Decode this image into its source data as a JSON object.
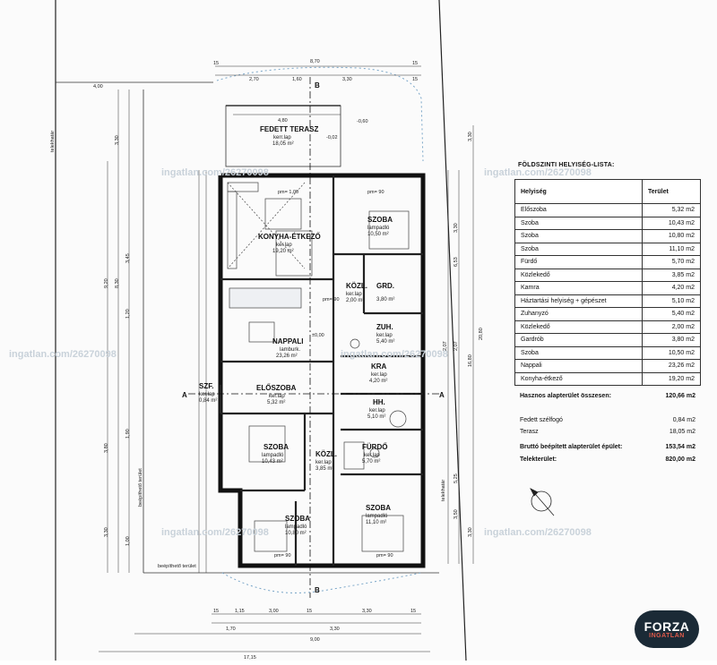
{
  "plan": {
    "top_dims": [
      "15",
      "8,70",
      "15",
      "2,70",
      "1,60",
      "3,30",
      "15",
      "4,80",
      "4,00"
    ],
    "bottom_dims": [
      "15",
      "1,15",
      "3,00",
      "15",
      "3,30",
      "15",
      "1,70",
      "3,30",
      "9,00",
      "17,15"
    ],
    "right_dims": [
      "3,30",
      "20,80",
      "16,80",
      "3,30",
      "3,30",
      "5,25",
      "3,50",
      "6,53",
      "2,07",
      "2,07"
    ],
    "left_dims": [
      "9,20",
      "3,30",
      "3,45",
      "8,30",
      "1,20",
      "3,80",
      "1,90",
      "3,30",
      "1,00"
    ],
    "levels": [
      "-0,60",
      "-0,02",
      "±0,00"
    ],
    "section_marks": [
      "B",
      "B",
      "A",
      "A"
    ],
    "side_labels": [
      "beépíthető terület",
      "beépíthető terület",
      "telekhatár",
      "telekhatár"
    ],
    "rooms": [
      {
        "name": "FEDETT TERASZ",
        "sub1": "kerr.lap",
        "sub2": "18,05 m²"
      },
      {
        "name": "KONYHA-ÉTKEZŐ",
        "sub1": "ker.lap",
        "sub2": "19,20 m²"
      },
      {
        "name": "SZOBA",
        "sub1": "lampadló",
        "sub2": "10,50 m²"
      },
      {
        "name": "GRD.",
        "sub1": "",
        "sub2": "3,80 m²"
      },
      {
        "name": "KÖZL.",
        "sub1": "ker.lap",
        "sub2": "2,00 m²"
      },
      {
        "name": "NAPPALI",
        "sub1": "lamburk.",
        "sub2": "23,26 m²"
      },
      {
        "name": "ZUH.",
        "sub1": "ker.lap",
        "sub2": "5,40 m²"
      },
      {
        "name": "KRA",
        "sub1": "ker.lap",
        "sub2": "4,20 m²"
      },
      {
        "name": "SZF.",
        "sub1": "ker.lap",
        "sub2": "0,84 m²"
      },
      {
        "name": "ELŐSZOBA",
        "sub1": "ker.lap",
        "sub2": "5,32 m²"
      },
      {
        "name": "HH.",
        "sub1": "ker.lap",
        "sub2": "5,10 m²"
      },
      {
        "name": "SZOBA",
        "sub1": "lampadló",
        "sub2": "10,43 m²"
      },
      {
        "name": "KÖZL.",
        "sub1": "ker.lap",
        "sub2": "3,85 m²"
      },
      {
        "name": "FÜRDŐ",
        "sub1": "ker.lap",
        "sub2": "5,70 m²"
      },
      {
        "name": "SZOBA",
        "sub1": "lampadló",
        "sub2": "10,80 m²"
      },
      {
        "name": "SZOBA",
        "sub1": "lampadló",
        "sub2": "11,10 m²"
      }
    ],
    "pm_labels": [
      "pm= 1,00",
      "pm= 90",
      "pm= 90",
      "pm= 90",
      "pm= 90"
    ],
    "watermark": "ingatlan.com/26270098"
  },
  "area_list": {
    "title": "FÖLDSZINTI HELYISÉG-LISTA:",
    "col_room": "Helyiség",
    "col_area": "Terület",
    "rows": [
      {
        "room": "Előszoba",
        "area": "5,32 m2"
      },
      {
        "room": "Szoba",
        "area": "10,43 m2"
      },
      {
        "room": "Szoba",
        "area": "10,80 m2"
      },
      {
        "room": "Szoba",
        "area": "11,10 m2"
      },
      {
        "room": "Fürdő",
        "area": "5,70 m2"
      },
      {
        "room": "Közlekedő",
        "area": "3,85 m2"
      },
      {
        "room": "Kamra",
        "area": "4,20 m2"
      },
      {
        "room": "Háztartási helyiség + gépészet",
        "area": "5,10 m2"
      },
      {
        "room": "Zuhanyzó",
        "area": "5,40 m2"
      },
      {
        "room": "Közlekedő",
        "area": "2,00 m2"
      },
      {
        "room": "Gardrób",
        "area": "3,80 m2"
      },
      {
        "room": "Szoba",
        "area": "10,50 m2"
      },
      {
        "room": "Nappali",
        "area": "23,26 m2"
      },
      {
        "room": "Konyha-étkező",
        "area": "19,20 m2"
      }
    ],
    "net_label": "Hasznos alapterület összesen:",
    "net_value": "120,66 m2",
    "windbreak_label": "Fedett szélfogó",
    "windbreak_value": "0,84 m2",
    "terrace_label": "Terasz",
    "terrace_value": "18,05 m2",
    "gross_label": "Bruttó beépített alapterület épület:",
    "gross_value": "153,54 m2",
    "plot_label": "Telekterület:",
    "plot_value": "820,00 m2"
  },
  "logo": {
    "main": "FORZA",
    "sub": "INGATLAN"
  }
}
